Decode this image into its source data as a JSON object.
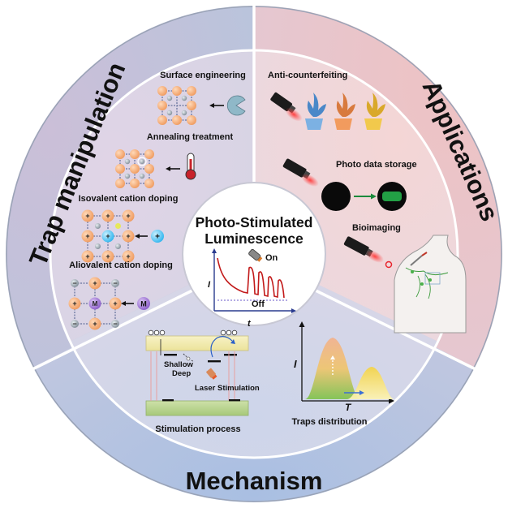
{
  "center": {
    "title_line1": "Photo-Stimulated",
    "title_line2": "Luminescence",
    "plot": {
      "on_label": "On",
      "off_label": "Off",
      "y_axis_label": "I",
      "x_axis_label": "t"
    }
  },
  "sections": {
    "trap_manipulation": {
      "title": "Trap manipulation",
      "items": [
        {
          "label": "Surface engineering",
          "icon": "pac-man-icon"
        },
        {
          "label": "Annealing treatment",
          "icon": "thermometer-icon"
        },
        {
          "label": "Isovalent cation doping",
          "icon": "plus-ion-icon"
        },
        {
          "label": "Aliovalent cation doping",
          "icon": "m-ion-icon"
        }
      ],
      "ion_labels": {
        "isovalent": "+",
        "aliovalent": "M"
      }
    },
    "applications": {
      "title": "Applications",
      "items": [
        {
          "label": "Anti-counterfeiting",
          "icon": "plant-pots-icon"
        },
        {
          "label": "Photo data storage",
          "icon": "data-disk-icon"
        },
        {
          "label": "Bioimaging",
          "icon": "human-body-icon"
        }
      ]
    },
    "mechanism": {
      "title": "Mechanism",
      "stimulation": {
        "label": "Stimulation process",
        "shallow_label": "Shallow",
        "deep_label": "Deep",
        "laser_label": "Laser Stimulation"
      },
      "traps": {
        "label": "Traps distribution",
        "y_axis_label": "I",
        "x_axis_label": "T"
      }
    }
  },
  "colors": {
    "trap_bg": "#c4b8d4",
    "app_bg": "#ecc4c6",
    "mech_bg": "#b6c5df",
    "inner_trap": "#d9cfe0",
    "inner_app": "#f1d8d8",
    "inner_mech": "#d3d6e6",
    "atom": "#f3a872",
    "laser": "#e8262e",
    "pot_blue": "#7cb1e3",
    "pot_orange": "#f29b5e",
    "pot_yellow": "#f2c94c"
  }
}
